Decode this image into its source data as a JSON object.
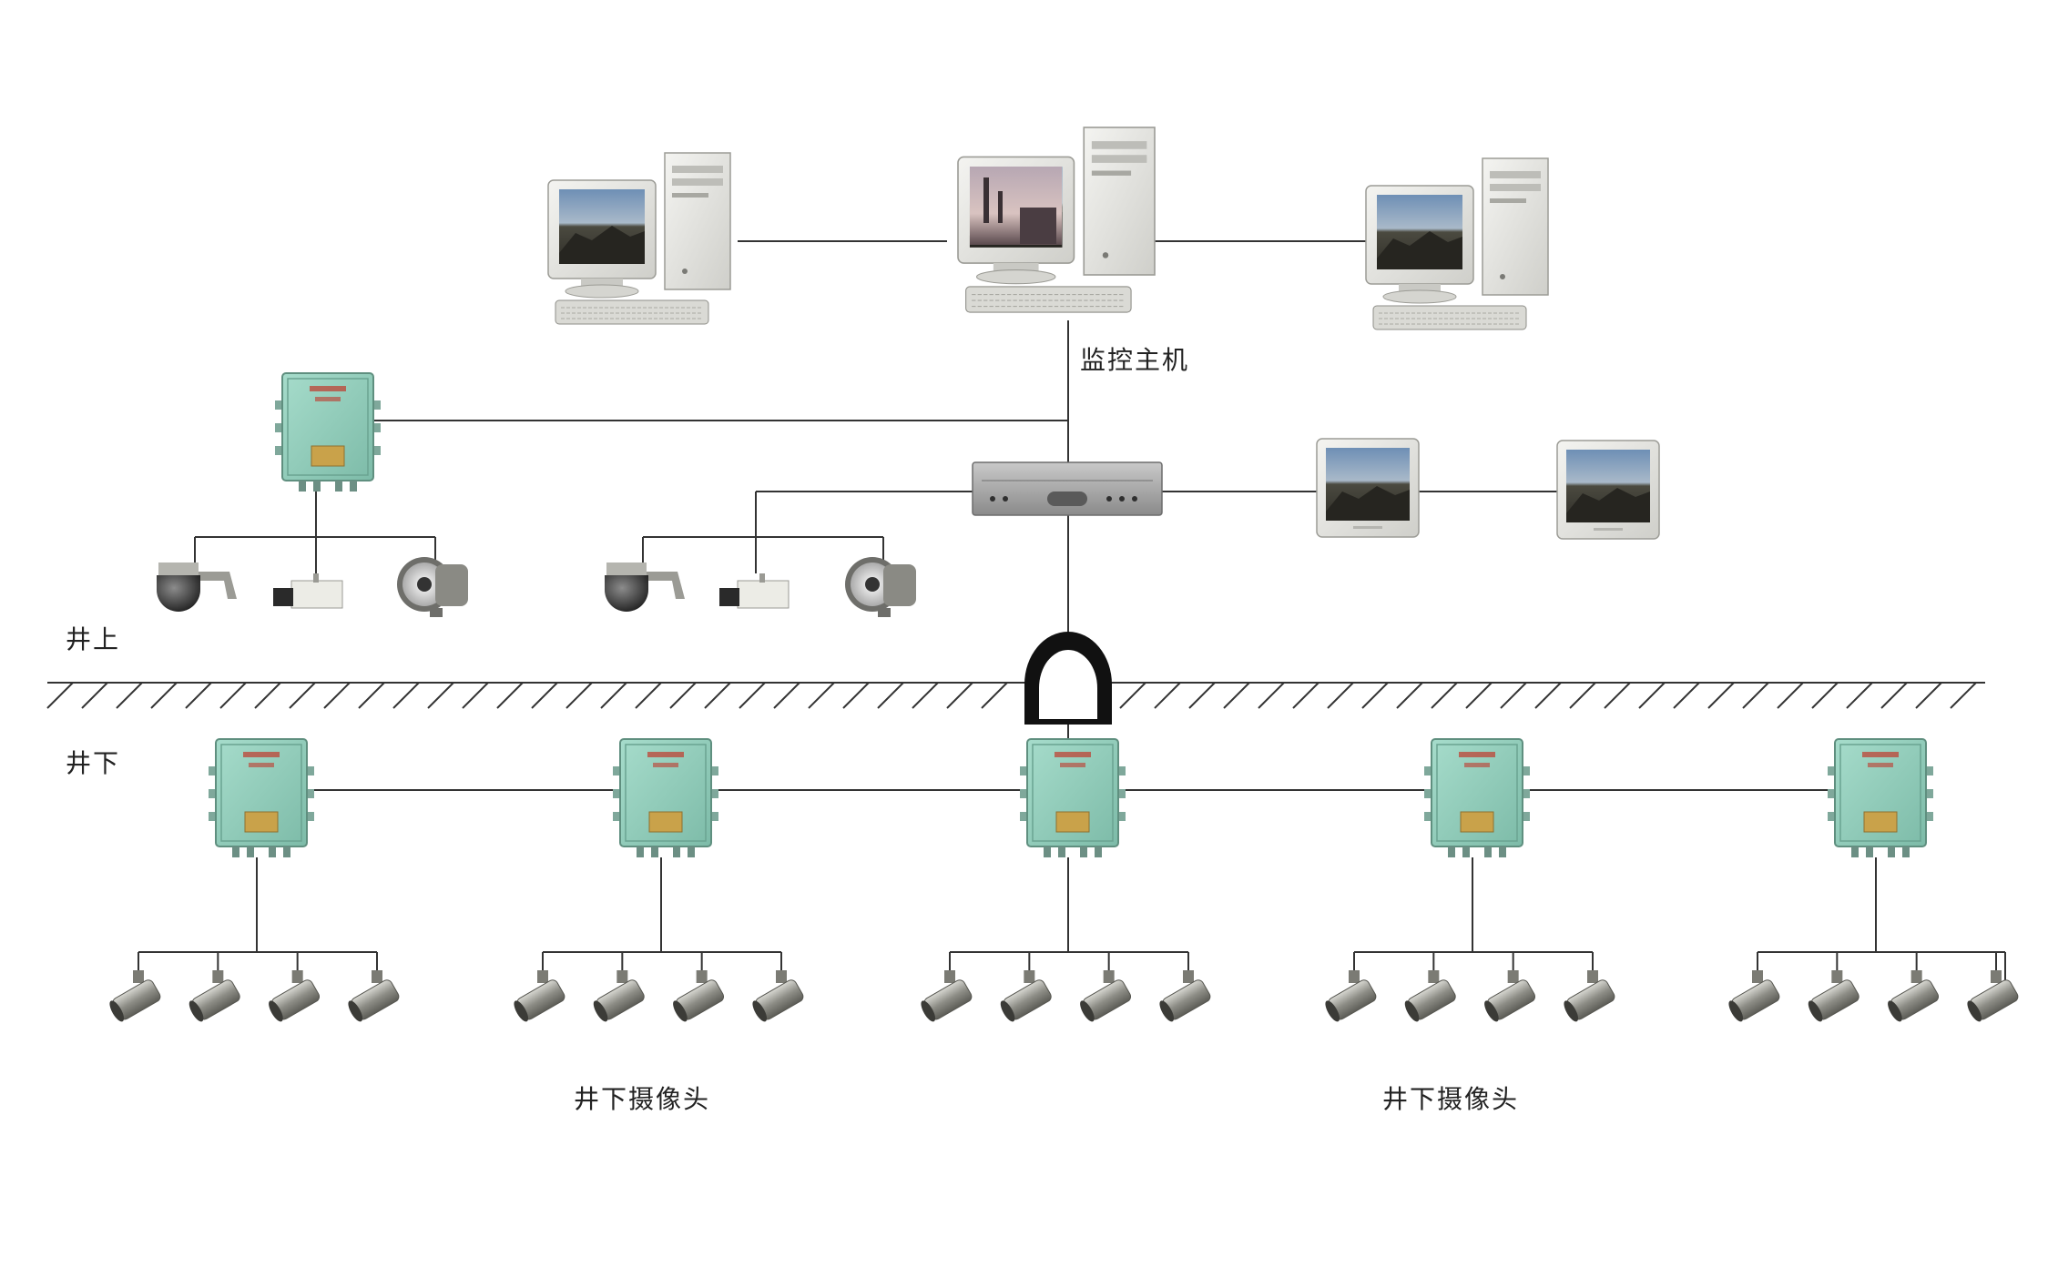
{
  "labels": {
    "host": "监控主机",
    "above_ground": "井上",
    "underground": "井下",
    "underground_cameras_1": "井下摄像头",
    "underground_cameras_2": "井下摄像头"
  },
  "colors": {
    "box_green": "#8fcdbb",
    "box_edge": "#5f8f7f",
    "box_plate": "#c9a24a",
    "box_text": "#c0392b",
    "wire": "#333333",
    "ground_line": "#333333",
    "tunnel": "#111111",
    "monitor_shell": "#e9e9e6",
    "tower_shell": "#dcdcd8",
    "camera_metal": "#9a9a94",
    "screen_sky": "#5f82a8",
    "screen_rock": "#3a3a34"
  },
  "icons": {
    "pc": "desktop-computer-icon",
    "monitor": "crt-monitor-icon",
    "recorder": "video-recorder-icon",
    "junction_box": "explosion-proof-box-icon",
    "dome_camera": "dome-camera-icon",
    "box_camera": "box-camera-icon",
    "ir_camera": "infrared-camera-icon",
    "mine_camera": "mine-camera-icon",
    "tunnel": "mine-shaft-icon"
  }
}
